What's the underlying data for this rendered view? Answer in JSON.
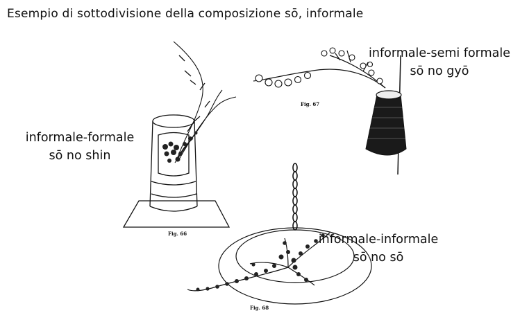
{
  "title": "Esempio di sottodivisione della composizione  sō, informale",
  "figures": [
    {
      "id": "fig66",
      "caption": "Fig. 66",
      "label_line1": "informale-formale",
      "label_line2": "sō no shin"
    },
    {
      "id": "fig67",
      "caption": "Fig. 67",
      "label_line1": "informale-semi formale",
      "label_line2": "sō no gyō"
    },
    {
      "id": "fig68",
      "caption": "Fig. 68",
      "label_line1": "informale-informale",
      "label_line2": "sō no sō"
    }
  ]
}
